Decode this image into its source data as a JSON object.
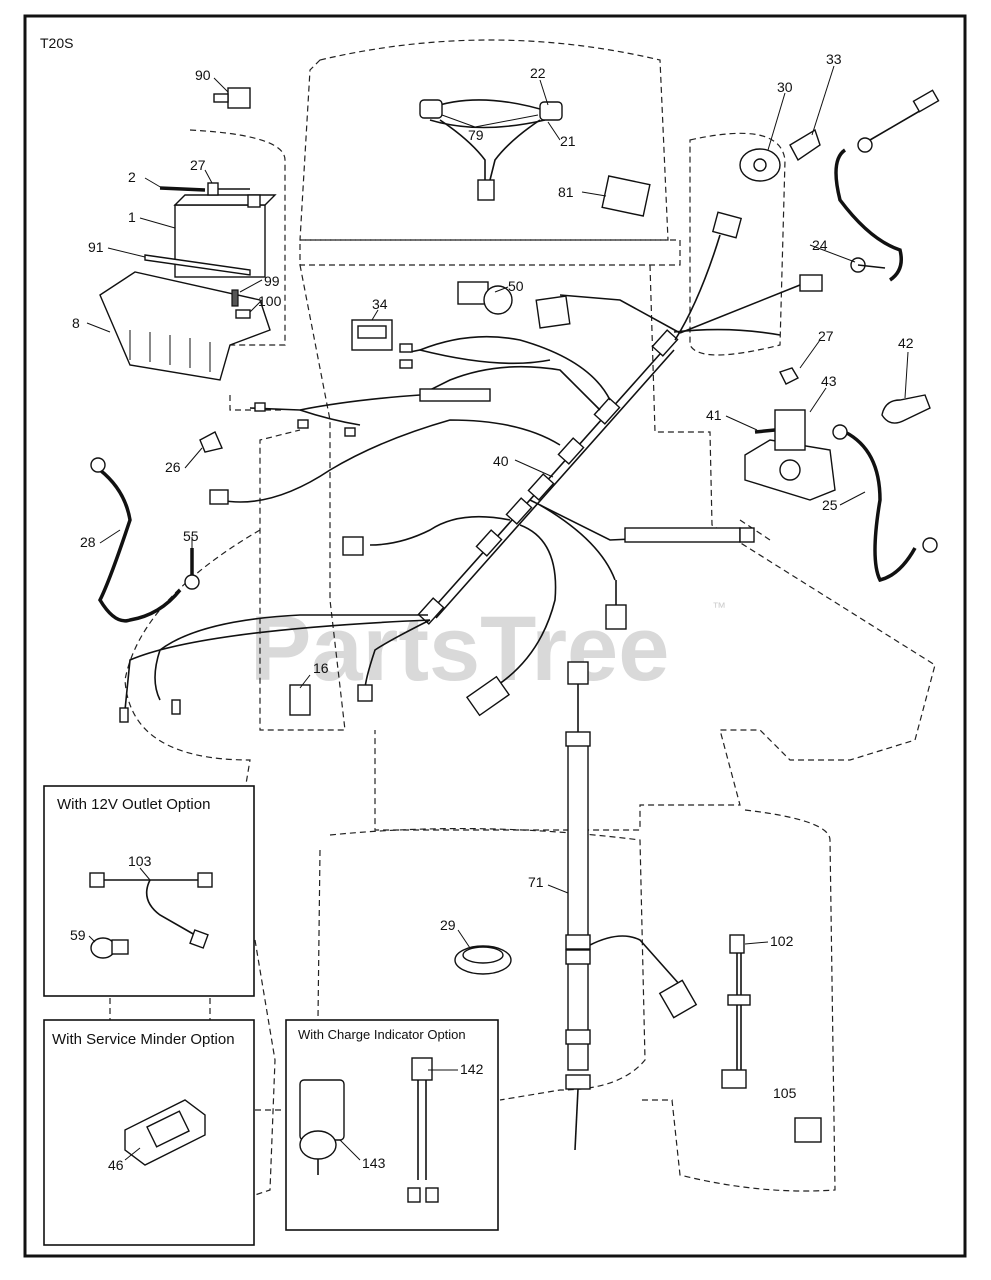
{
  "diagram": {
    "code": "T20S",
    "watermark": "PartsTree",
    "trademark": "™",
    "callouts": {
      "p1": "1",
      "p2": "2",
      "p8": "8",
      "p16": "16",
      "p21": "21",
      "p22": "22",
      "p24": "24",
      "p25": "25",
      "p26": "26",
      "p27a": "27",
      "p27b": "27",
      "p28": "28",
      "p29": "29",
      "p30": "30",
      "p33": "33",
      "p34": "34",
      "p40": "40",
      "p41": "41",
      "p42": "42",
      "p43": "43",
      "p46": "46",
      "p50": "50",
      "p55": "55",
      "p59": "59",
      "p71": "71",
      "p79": "79",
      "p81": "81",
      "p90": "90",
      "p91": "91",
      "p99": "99",
      "p100": "100",
      "p102": "102",
      "p103": "103",
      "p105": "105",
      "p142": "142",
      "p143": "143"
    },
    "options": {
      "outlet": "With 12V Outlet Option",
      "service": "With Service Minder Option",
      "charge": "With Charge Indicator Option"
    }
  }
}
